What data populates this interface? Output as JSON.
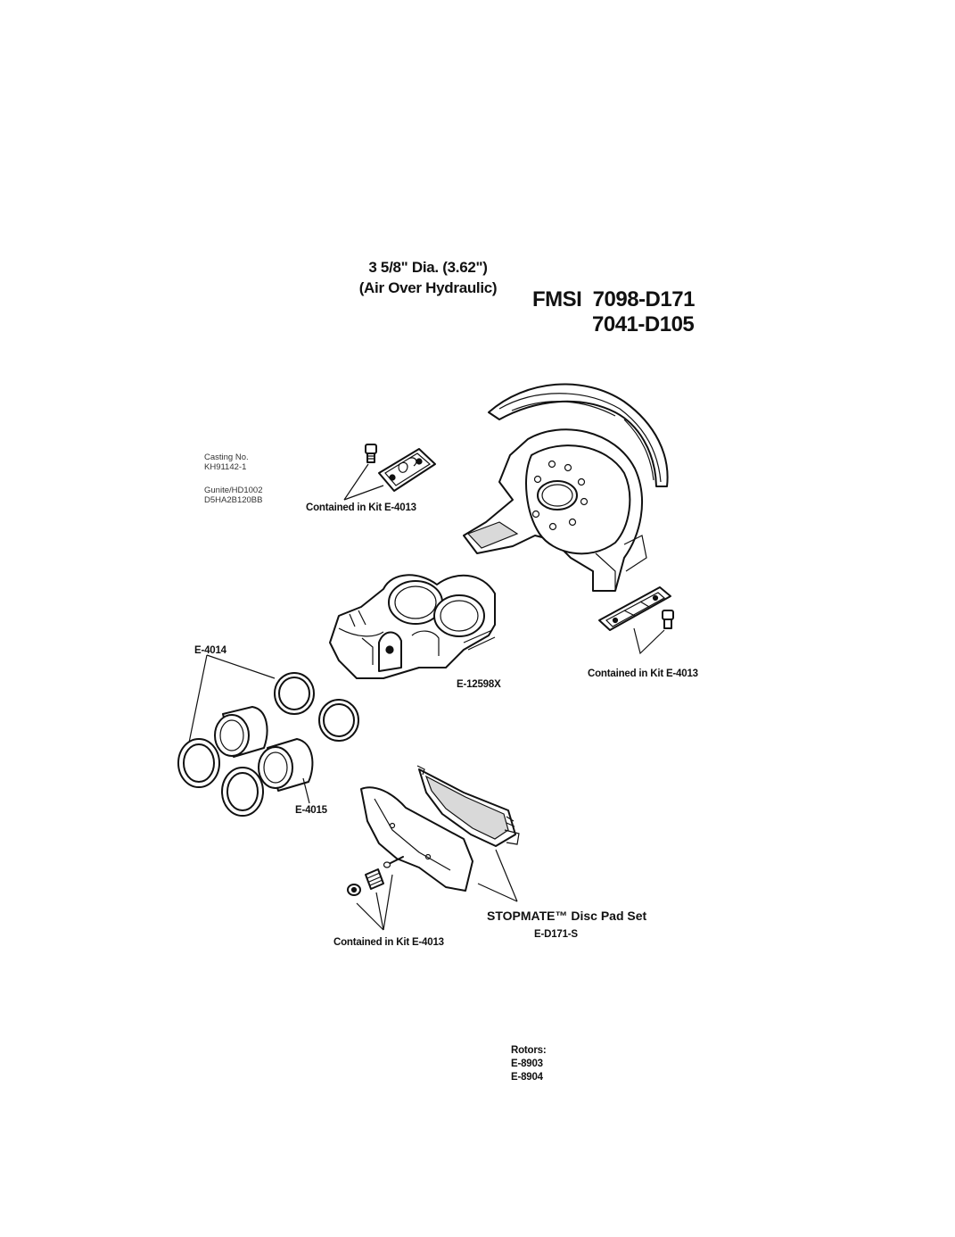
{
  "header": {
    "diameter": "3 5/8\" Dia. (3.62\")",
    "type": "(Air Over Hydraulic)",
    "fmsi_line1": "FMSI  7098-D171",
    "fmsi_line2": "7041-D105"
  },
  "notes": {
    "casting_label": "Casting No.",
    "casting_no": "KH91142-1",
    "gunite": "Gunite/HD1002",
    "gunite_code": "D5HA2B120BB"
  },
  "parts": {
    "kit_top": "Contained in Kit E-4013",
    "kit_right": "Contained in Kit E-4013",
    "kit_bottom": "Contained in Kit E-4013",
    "seal": "E-4014",
    "caliper": "E-12598X",
    "piston": "E-4015",
    "pad_set": "STOPMATE™ Disc Pad Set",
    "pad_set_no": "E-D171-S"
  },
  "rotors": {
    "label": "Rotors:",
    "items": [
      "E-8903",
      "E-8904"
    ]
  }
}
